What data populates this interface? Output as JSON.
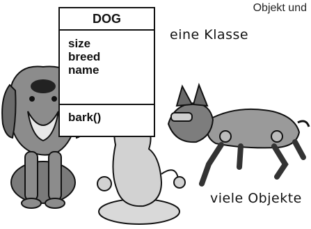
{
  "header": {
    "text": "Objekt und"
  },
  "uml_class": {
    "name": "DOG",
    "attributes": [
      "size",
      "breed",
      "name"
    ],
    "methods": [
      "bark()"
    ]
  },
  "labels": {
    "class": "eine Klasse",
    "objects": "viele Objekte"
  }
}
